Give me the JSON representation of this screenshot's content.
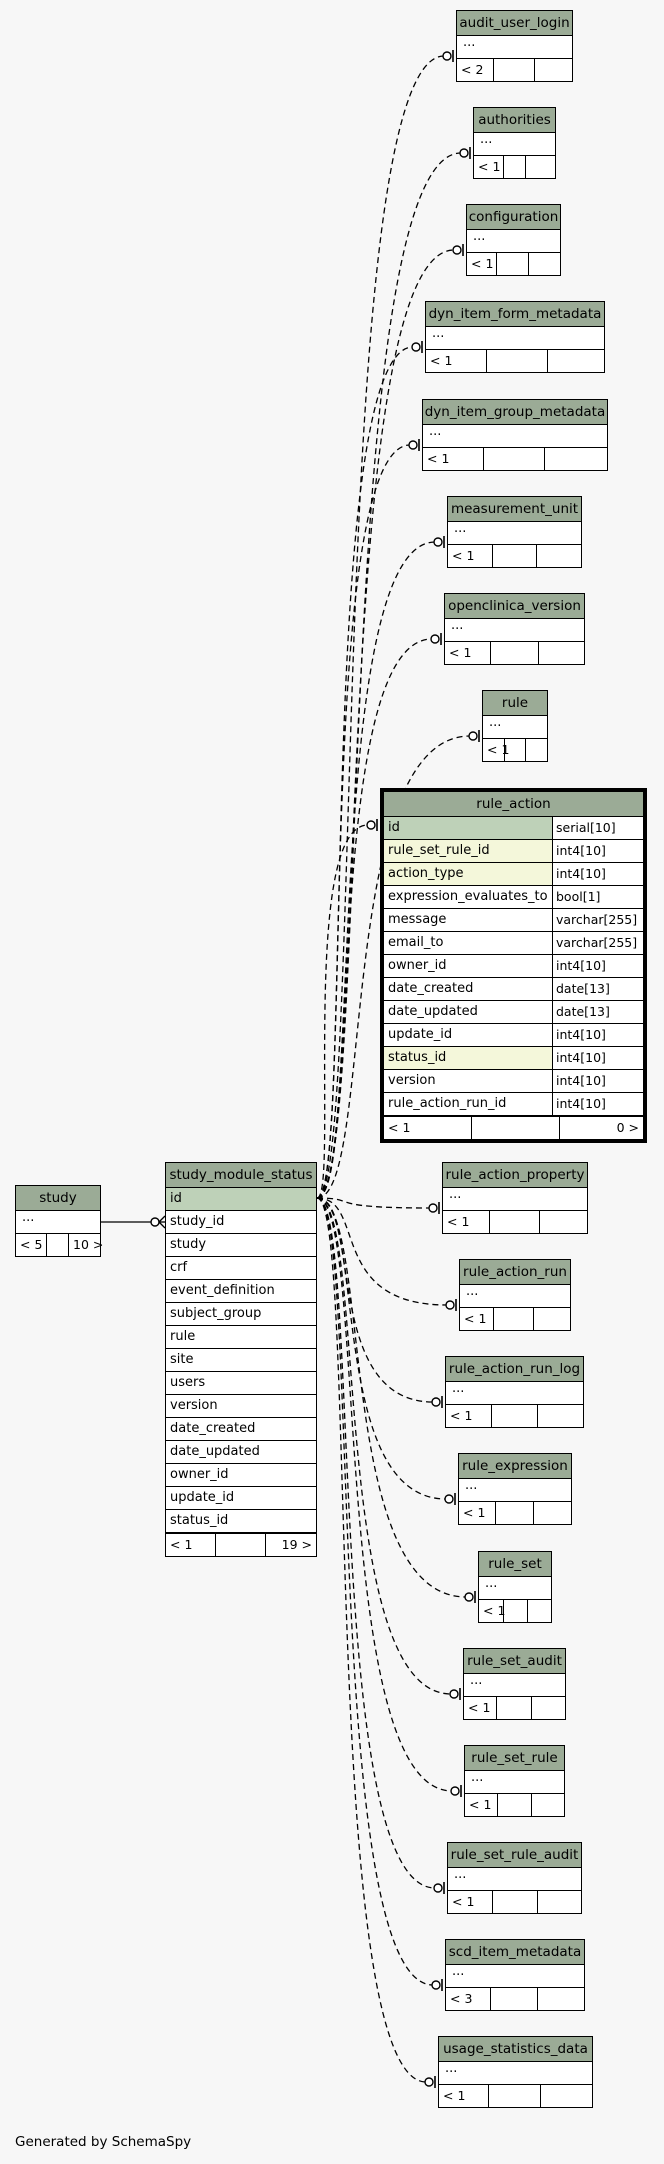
{
  "footer": "Generated by SchemaSpy",
  "focus_table": {
    "name": "rule_action",
    "columns": [
      {
        "name": "id",
        "type": "serial[10]",
        "kind": "pk"
      },
      {
        "name": "rule_set_rule_id",
        "type": "int4[10]",
        "kind": "fk"
      },
      {
        "name": "action_type",
        "type": "int4[10]",
        "kind": "fk"
      },
      {
        "name": "expression_evaluates_to",
        "type": "bool[1]",
        "kind": ""
      },
      {
        "name": "message",
        "type": "varchar[255]",
        "kind": ""
      },
      {
        "name": "email_to",
        "type": "varchar[255]",
        "kind": ""
      },
      {
        "name": "owner_id",
        "type": "int4[10]",
        "kind": ""
      },
      {
        "name": "date_created",
        "type": "date[13]",
        "kind": ""
      },
      {
        "name": "date_updated",
        "type": "date[13]",
        "kind": ""
      },
      {
        "name": "update_id",
        "type": "int4[10]",
        "kind": ""
      },
      {
        "name": "status_id",
        "type": "int4[10]",
        "kind": "fk"
      },
      {
        "name": "version",
        "type": "int4[10]",
        "kind": ""
      },
      {
        "name": "rule_action_run_id",
        "type": "int4[10]",
        "kind": ""
      }
    ],
    "footer": [
      "< 1",
      "",
      "0 >"
    ]
  },
  "main_table": {
    "name": "study_module_status",
    "columns": [
      {
        "name": "id",
        "kind": "pk"
      },
      {
        "name": "study_id",
        "kind": ""
      },
      {
        "name": "study",
        "kind": ""
      },
      {
        "name": "crf",
        "kind": ""
      },
      {
        "name": "event_definition",
        "kind": ""
      },
      {
        "name": "subject_group",
        "kind": ""
      },
      {
        "name": "rule",
        "kind": ""
      },
      {
        "name": "site",
        "kind": ""
      },
      {
        "name": "users",
        "kind": ""
      },
      {
        "name": "version",
        "kind": ""
      },
      {
        "name": "date_created",
        "kind": ""
      },
      {
        "name": "date_updated",
        "kind": ""
      },
      {
        "name": "owner_id",
        "kind": ""
      },
      {
        "name": "update_id",
        "kind": ""
      },
      {
        "name": "status_id",
        "kind": ""
      }
    ],
    "footer": [
      "< 1",
      "",
      "19 >"
    ]
  },
  "study_table": {
    "name": "study",
    "ellipsis": "...",
    "footer": [
      "< 5",
      "",
      "10 >"
    ]
  },
  "related_tables": [
    {
      "name": "audit_user_login",
      "ellipsis": "...",
      "footer": [
        "< 2",
        "",
        ""
      ]
    },
    {
      "name": "authorities",
      "ellipsis": "...",
      "footer": [
        "< 1",
        "",
        ""
      ]
    },
    {
      "name": "configuration",
      "ellipsis": "...",
      "footer": [
        "< 1",
        "",
        ""
      ]
    },
    {
      "name": "dyn_item_form_metadata",
      "ellipsis": "...",
      "footer": [
        "< 1",
        "",
        ""
      ]
    },
    {
      "name": "dyn_item_group_metadata",
      "ellipsis": "...",
      "footer": [
        "< 1",
        "",
        ""
      ]
    },
    {
      "name": "measurement_unit",
      "ellipsis": "...",
      "footer": [
        "< 1",
        "",
        ""
      ]
    },
    {
      "name": "openclinica_version",
      "ellipsis": "...",
      "footer": [
        "< 1",
        "",
        ""
      ]
    },
    {
      "name": "rule",
      "ellipsis": "...",
      "footer": [
        "< 1",
        "",
        ""
      ]
    },
    {
      "name": "rule_action_property",
      "ellipsis": "...",
      "footer": [
        "< 1",
        "",
        ""
      ]
    },
    {
      "name": "rule_action_run",
      "ellipsis": "...",
      "footer": [
        "< 1",
        "",
        ""
      ]
    },
    {
      "name": "rule_action_run_log",
      "ellipsis": "...",
      "footer": [
        "< 1",
        "",
        ""
      ]
    },
    {
      "name": "rule_expression",
      "ellipsis": "...",
      "footer": [
        "< 1",
        "",
        ""
      ]
    },
    {
      "name": "rule_set",
      "ellipsis": "...",
      "footer": [
        "< 1",
        "",
        ""
      ]
    },
    {
      "name": "rule_set_audit",
      "ellipsis": "...",
      "footer": [
        "< 1",
        "",
        ""
      ]
    },
    {
      "name": "rule_set_rule",
      "ellipsis": "...",
      "footer": [
        "< 1",
        "",
        ""
      ]
    },
    {
      "name": "rule_set_rule_audit",
      "ellipsis": "...",
      "footer": [
        "< 1",
        "",
        ""
      ]
    },
    {
      "name": "scd_item_metadata",
      "ellipsis": "...",
      "footer": [
        "< 3",
        "",
        ""
      ]
    },
    {
      "name": "usage_statistics_data",
      "ellipsis": "...",
      "footer": [
        "< 1",
        "",
        ""
      ]
    }
  ],
  "colors": {
    "header": "#9bab96",
    "pk": "#bed1b8",
    "fk": "#f4f7da",
    "background": "#f7f7f7"
  }
}
